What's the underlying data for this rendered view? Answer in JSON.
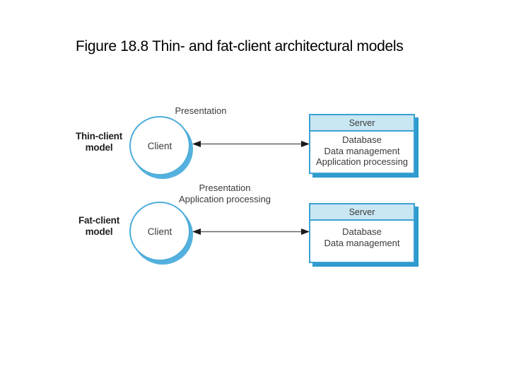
{
  "title": "Figure 18.8 Thin- and fat-client architectural models",
  "diagram": {
    "models": [
      {
        "label_line1": "Thin-client",
        "label_line2": "model",
        "client": "Client",
        "layers": [
          "Presentation"
        ],
        "server": {
          "title": "Server",
          "items": [
            "Database",
            "Data management",
            "Application processing"
          ]
        }
      },
      {
        "label_line1": "Fat-client",
        "label_line2": "model",
        "client": "Client",
        "layers": [
          "Presentation",
          "Application processing"
        ],
        "server": {
          "title": "Server",
          "items": [
            "Database",
            "Data management"
          ]
        }
      }
    ],
    "colors": {
      "box_border": "#3aa2d3",
      "box_header_fill": "#c9e6f3",
      "box_shadow": "#2f9bce",
      "circle_border": "#4fadda",
      "circle_shadow": "#54b1df",
      "arrow_line": "#666666",
      "arrow_head": "#1a1a1a",
      "text": "#3a3a3a"
    }
  }
}
